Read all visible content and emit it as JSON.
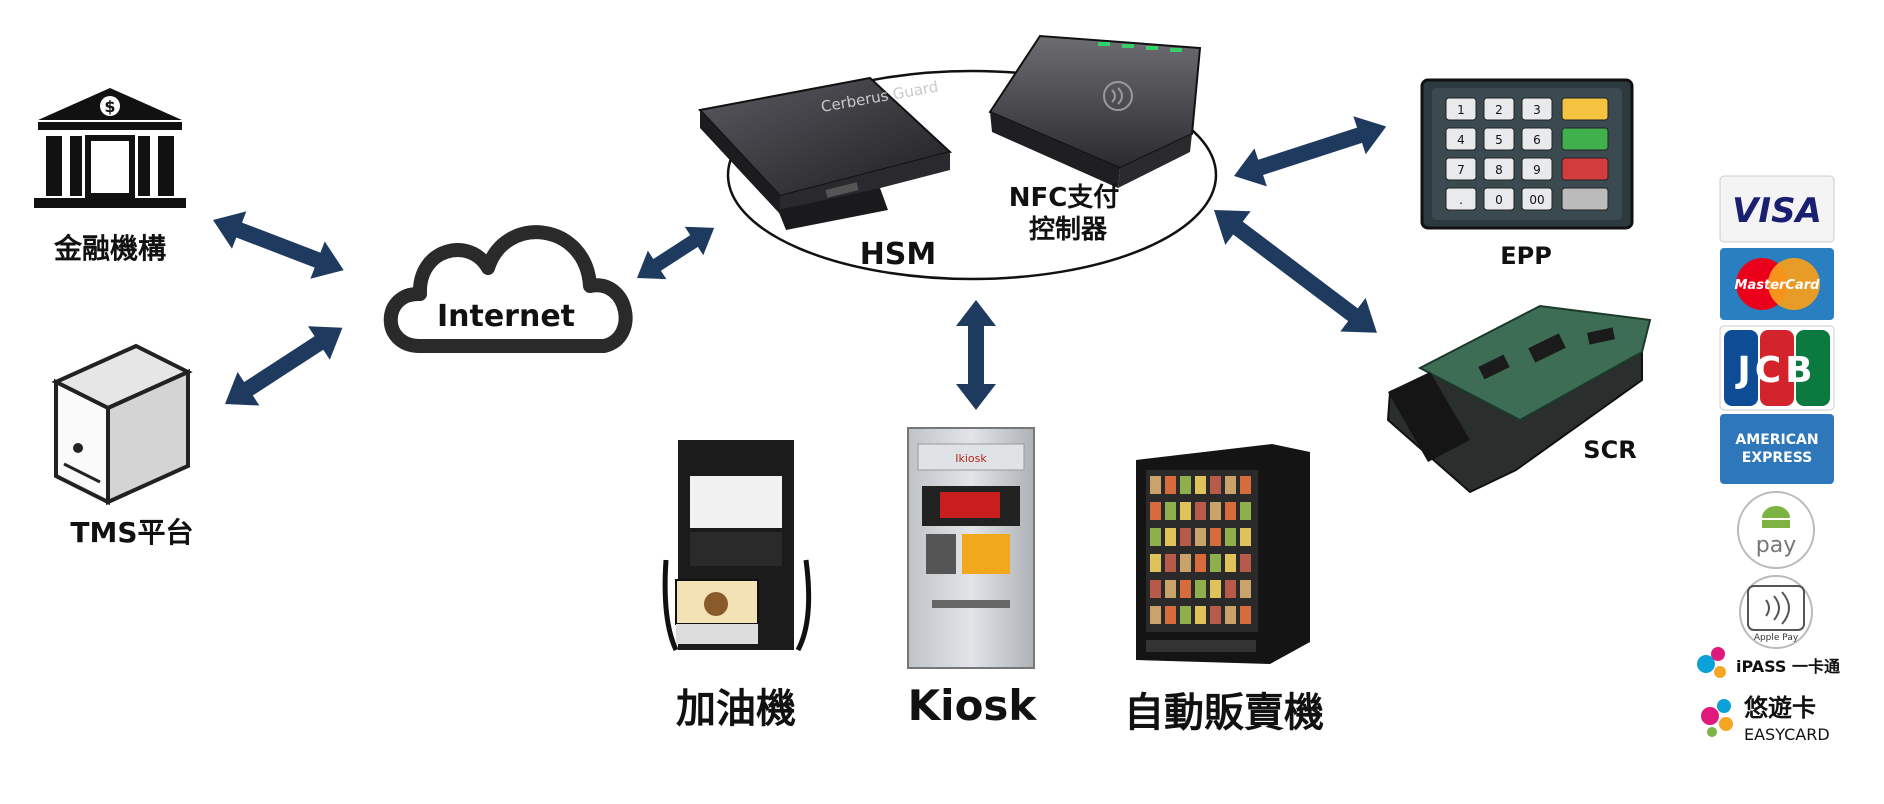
{
  "nodes": {
    "bank": "金融機構",
    "tms": "TMS平台",
    "internet": "Internet",
    "hsm": "HSM",
    "nfc_line1": "NFC支付",
    "nfc_line2": "控制器",
    "epp": "EPP",
    "scr": "SCR",
    "fuel": "加油機",
    "kiosk": "Kiosk",
    "vending": "自動販賣機"
  },
  "device_text": {
    "hsm_brand": "Cerberus Guard",
    "kiosk_screen": "Ikiosk"
  },
  "keypad": [
    "1",
    "2",
    "3",
    "4",
    "5",
    "6",
    "7",
    "8",
    "9",
    ".",
    "0",
    "00"
  ],
  "payment_brands": {
    "visa": "VISA",
    "mastercard": "MasterCard",
    "jcb": "JCB",
    "amex_line1": "AMERICAN",
    "amex_line2": "EXPRESS",
    "android": "pay",
    "apple": "Apple Pay",
    "ipass": "iPASS 一卡通",
    "easycard_line1": "悠遊卡",
    "easycard_line2": "EASYCARD"
  },
  "colors": {
    "arrow": "#1f3a5f",
    "device": "#2f2f33",
    "visa_blue": "#1a1f71",
    "mc_red": "#eb001b",
    "mc_yellow": "#f79e1b",
    "jcb_blue": "#0e4c96",
    "jcb_red": "#d3242b",
    "jcb_green": "#0b7a3e",
    "amex_blue": "#2e77bb"
  }
}
